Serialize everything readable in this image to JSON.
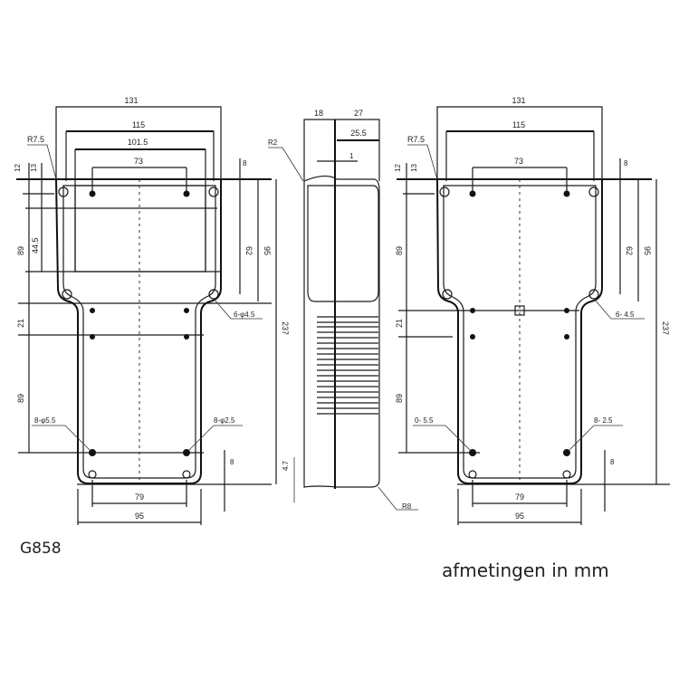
{
  "model_code": "G858",
  "units_note": "afmetingen in mm",
  "views": {
    "front_left": {
      "width_labels": {
        "overall": "131",
        "inner": "115",
        "window": "101.5",
        "top_holes": "73",
        "bottom_holes": "79",
        "bottom_width": "95"
      },
      "radius_label": "R7.5",
      "left_heights": {
        "a": "12",
        "b": "13",
        "c": "89",
        "d": "44.5",
        "e": "21",
        "f": "89"
      },
      "right_heights": {
        "top_gap": "8",
        "a": "62",
        "b": "95",
        "overall": "237"
      },
      "hole_labels": {
        "side_holes": "6-φ4.5",
        "bottom_left": "8-φ5.5",
        "bottom_right": "8-φ2.5"
      },
      "bottom_gap": "8"
    },
    "side": {
      "top_labels": {
        "a": "18",
        "b": "27",
        "c": "25.5"
      },
      "radius_top": "R2",
      "radius_bottom": "R8",
      "wall": "1",
      "edge": "4.7"
    },
    "front_right": {
      "width_labels": {
        "overall": "131",
        "inner": "115",
        "top_holes": "73",
        "bottom_holes": "79",
        "bottom_width": "95"
      },
      "radius_label": "R7.5",
      "left_heights": {
        "a": "12",
        "b": "13",
        "c": "89",
        "e": "21",
        "f": "89"
      },
      "right_heights": {
        "top_gap": "8",
        "a": "62",
        "b": "95",
        "overall": "237"
      },
      "hole_labels": {
        "side_holes": "6- 4.5",
        "bottom_left": "0- 5.5",
        "bottom_right": "8- 2.5"
      },
      "bottom_gap": "8"
    }
  }
}
